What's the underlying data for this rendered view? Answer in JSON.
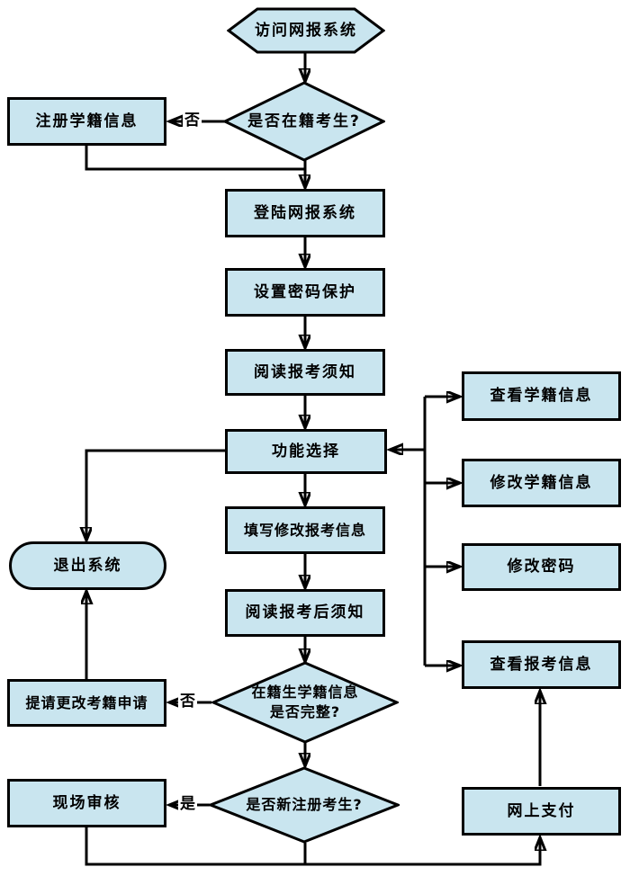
{
  "diagram": {
    "type": "flowchart",
    "language": "zh-CN",
    "colors": {
      "node_fill": "#c9e5ef",
      "node_border": "#000000",
      "connector": "#000000",
      "background": "#ffffff",
      "text": "#000000"
    },
    "nodes": {
      "start": {
        "shape": "hexagon",
        "label": "访问网报系统"
      },
      "decision_enrolled": {
        "shape": "diamond",
        "label": "是否在籍考生?"
      },
      "register_info": {
        "shape": "rect",
        "label": "注册学籍信息"
      },
      "login": {
        "shape": "rect",
        "label": "登陆网报系统"
      },
      "set_password": {
        "shape": "rect",
        "label": "设置密码保护"
      },
      "read_notice": {
        "shape": "rect",
        "label": "阅读报考须知"
      },
      "function_select": {
        "shape": "rect",
        "label": "功能选择"
      },
      "fill_modify_info": {
        "shape": "rect",
        "label": "填写修改报考信息"
      },
      "read_post_notice": {
        "shape": "rect",
        "label": "阅读报考后须知"
      },
      "exit_system": {
        "shape": "stadium",
        "label": "退出系统"
      },
      "view_student_info": {
        "shape": "rect",
        "label": "查看学籍信息"
      },
      "modify_student_info": {
        "shape": "rect",
        "label": "修改学籍信息"
      },
      "change_password": {
        "shape": "rect",
        "label": "修改密码"
      },
      "view_exam_info": {
        "shape": "rect",
        "label": "查看报考信息"
      },
      "decision_complete": {
        "shape": "diamond",
        "label": "在籍生学籍信息\n是否完整?"
      },
      "request_change": {
        "shape": "rect",
        "label": "提请更改考籍申请"
      },
      "decision_new": {
        "shape": "diamond",
        "label": "是否新注册考生?"
      },
      "onsite_review": {
        "shape": "rect",
        "label": "现场审核"
      },
      "online_payment": {
        "shape": "rect",
        "label": "网上支付"
      }
    },
    "edge_labels": {
      "enrolled_no": "否",
      "complete_no": "否",
      "new_yes": "是"
    }
  }
}
